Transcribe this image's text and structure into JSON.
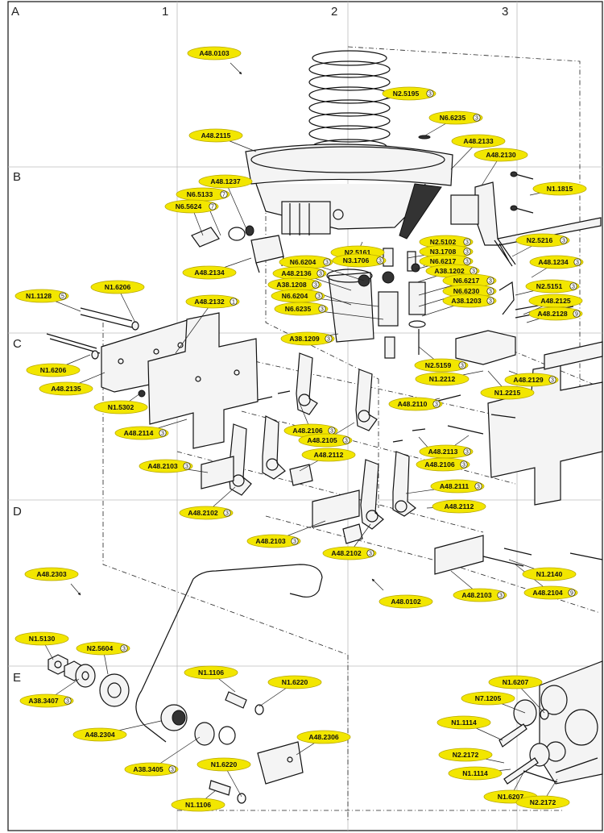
{
  "sheet": {
    "column_labels": [
      "A",
      "1",
      "2",
      "3"
    ],
    "row_labels": [
      "B",
      "C",
      "D",
      "E"
    ],
    "tag_color": "#f2e600",
    "tag_border": "#b8a800"
  },
  "tags": [
    {
      "text": "A48.0103",
      "mark": ""
    },
    {
      "text": "N2.5195",
      "mark": "3"
    },
    {
      "text": "N6.6235",
      "mark": "3"
    },
    {
      "text": "A48.2115",
      "mark": ""
    },
    {
      "text": "A48.2133",
      "mark": ""
    },
    {
      "text": "A48.2130",
      "mark": ""
    },
    {
      "text": "A48.1237",
      "mark": ""
    },
    {
      "text": "N6.5133",
      "mark": "7"
    },
    {
      "text": "N6.5624",
      "mark": "7"
    },
    {
      "text": "N1.1815",
      "mark": ""
    },
    {
      "text": "N2.5216",
      "mark": "3"
    },
    {
      "text": "N2.5102",
      "mark": "3"
    },
    {
      "text": "N2.5161",
      "mark": ""
    },
    {
      "text": "N3.1708",
      "mark": "3"
    },
    {
      "text": "N3.1706",
      "mark": "3"
    },
    {
      "text": "N6.6204",
      "mark": "3"
    },
    {
      "text": "A48.2134",
      "mark": ""
    },
    {
      "text": "N6.6217",
      "mark": "3"
    },
    {
      "text": "A48.1234",
      "mark": "3"
    },
    {
      "text": "A48.2136",
      "mark": "3"
    },
    {
      "text": "A38.1208",
      "mark": "3"
    },
    {
      "text": "A38.1202",
      "mark": "3"
    },
    {
      "text": "N6.6217",
      "mark": "3"
    },
    {
      "text": "N2.5151",
      "mark": "3"
    },
    {
      "text": "N1.1128",
      "mark": "5"
    },
    {
      "text": "N1.6206",
      "mark": ""
    },
    {
      "text": "A48.2132",
      "mark": "1"
    },
    {
      "text": "N6.6204",
      "mark": "3"
    },
    {
      "text": "N6.6230",
      "mark": "3"
    },
    {
      "text": "N6.6235",
      "mark": "3"
    },
    {
      "text": "A38.1203",
      "mark": "3"
    },
    {
      "text": "A48.2125",
      "mark": ""
    },
    {
      "text": "A48.2128",
      "mark": "9"
    },
    {
      "text": "A38.1209",
      "mark": "3"
    },
    {
      "text": "N1.6206",
      "mark": ""
    },
    {
      "text": "N2.5159",
      "mark": "3"
    },
    {
      "text": "N1.2212",
      "mark": ""
    },
    {
      "text": "A48.2129",
      "mark": "3"
    },
    {
      "text": "A48.2135",
      "mark": ""
    },
    {
      "text": "N1.2215",
      "mark": ""
    },
    {
      "text": "N1.5302",
      "mark": ""
    },
    {
      "text": "A48.2110",
      "mark": "3"
    },
    {
      "text": "A48.2114",
      "mark": "3"
    },
    {
      "text": "A48.2106",
      "mark": "3"
    },
    {
      "text": "A48.2105",
      "mark": "3"
    },
    {
      "text": "A48.2113",
      "mark": "3"
    },
    {
      "text": "A48.2112",
      "mark": ""
    },
    {
      "text": "A48.2103",
      "mark": "3"
    },
    {
      "text": "A48.2106",
      "mark": "3"
    },
    {
      "text": "A48.2111",
      "mark": "3"
    },
    {
      "text": "A48.2102",
      "mark": "3"
    },
    {
      "text": "A48.2112",
      "mark": ""
    },
    {
      "text": "A48.2103",
      "mark": "3"
    },
    {
      "text": "A48.2102",
      "mark": "3"
    },
    {
      "text": "A48.2303",
      "mark": ""
    },
    {
      "text": "N1.2140",
      "mark": ""
    },
    {
      "text": "A48.0102",
      "mark": ""
    },
    {
      "text": "A48.2103",
      "mark": "3"
    },
    {
      "text": "A48.2104",
      "mark": "9"
    },
    {
      "text": "N1.5130",
      "mark": ""
    },
    {
      "text": "N2.5604",
      "mark": "3"
    },
    {
      "text": "N1.1106",
      "mark": ""
    },
    {
      "text": "N1.6220",
      "mark": ""
    },
    {
      "text": "N1.6207",
      "mark": ""
    },
    {
      "text": "A38.3407",
      "mark": "3"
    },
    {
      "text": "N7.1205",
      "mark": ""
    },
    {
      "text": "A48.2304",
      "mark": ""
    },
    {
      "text": "A48.2306",
      "mark": ""
    },
    {
      "text": "N1.1114",
      "mark": ""
    },
    {
      "text": "A38.3405",
      "mark": "3"
    },
    {
      "text": "N1.6220",
      "mark": ""
    },
    {
      "text": "N2.2172",
      "mark": ""
    },
    {
      "text": "N1.1114",
      "mark": ""
    },
    {
      "text": "N1.1106",
      "mark": ""
    },
    {
      "text": "N1.6207",
      "mark": ""
    },
    {
      "text": "N2.2172",
      "mark": ""
    }
  ]
}
